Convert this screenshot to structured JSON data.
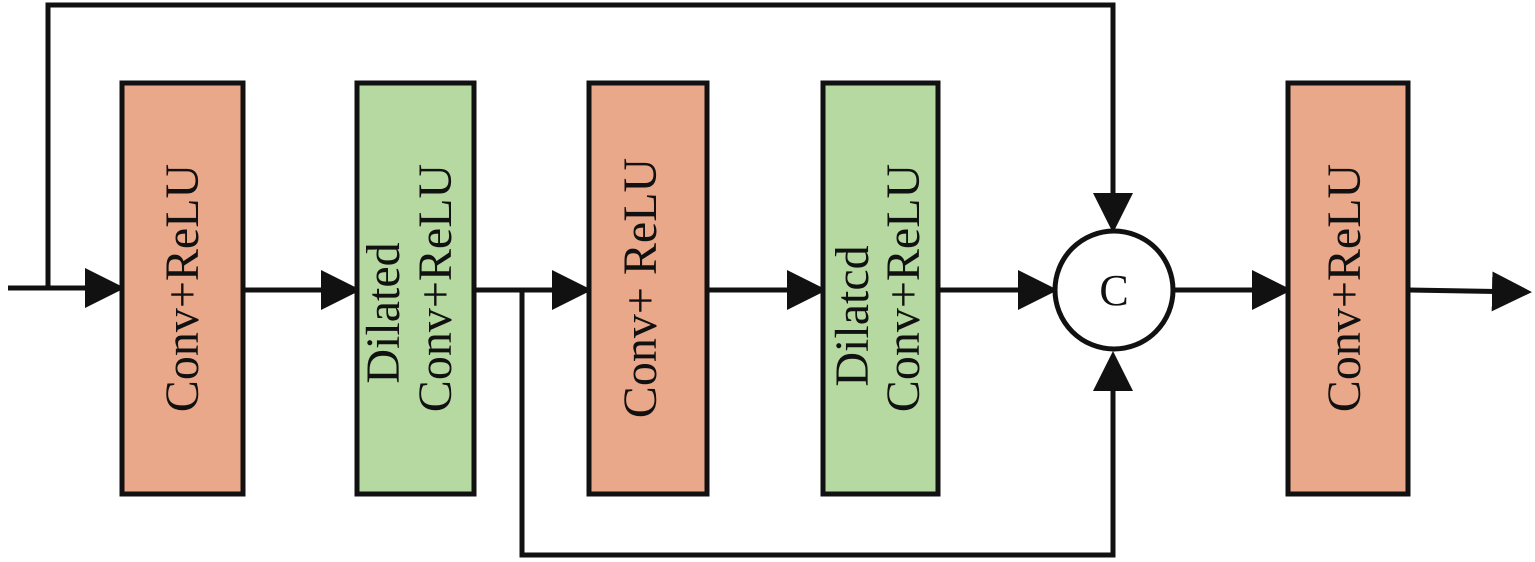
{
  "colors": {
    "conv_block": "#e9a88a",
    "dilated_block": "#b5d9a1",
    "stroke": "#111111",
    "background": "#ffffff"
  },
  "blocks": [
    {
      "id": "conv1",
      "kind": "conv",
      "lines": [
        "Conv+ReLU"
      ]
    },
    {
      "id": "dilated1",
      "kind": "dilated",
      "lines": [
        "Dilated",
        "Conv+ReLU"
      ]
    },
    {
      "id": "conv2",
      "kind": "conv",
      "lines": [
        "Conv+ ReLU"
      ]
    },
    {
      "id": "dilated2",
      "kind": "dilated",
      "lines": [
        "Dilatcd",
        "Conv+ReLU"
      ]
    },
    {
      "id": "conv3",
      "kind": "conv",
      "lines": [
        "Conv+ReLU"
      ]
    }
  ],
  "concat": {
    "label": "C"
  }
}
